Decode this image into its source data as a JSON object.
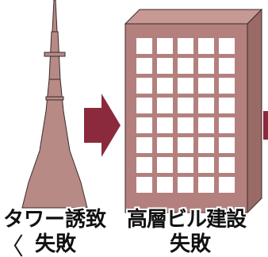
{
  "diagram": {
    "steps": [
      {
        "line1": "タワー誘致",
        "line2": "失敗"
      },
      {
        "line1": "高層ビル建設",
        "line2": "失敗"
      }
    ],
    "colors": {
      "tower_fill": "#b78a86",
      "building_front": "#b3807d",
      "building_side": "#9a6a66",
      "building_top": "#c79894",
      "window": "#ffffff",
      "arrow": "#8b2a3c",
      "outline": "#3a2a2a"
    },
    "icons": {
      "tower": "tower-icon",
      "building": "building-icon",
      "arrow": "right-arrow-icon"
    }
  }
}
